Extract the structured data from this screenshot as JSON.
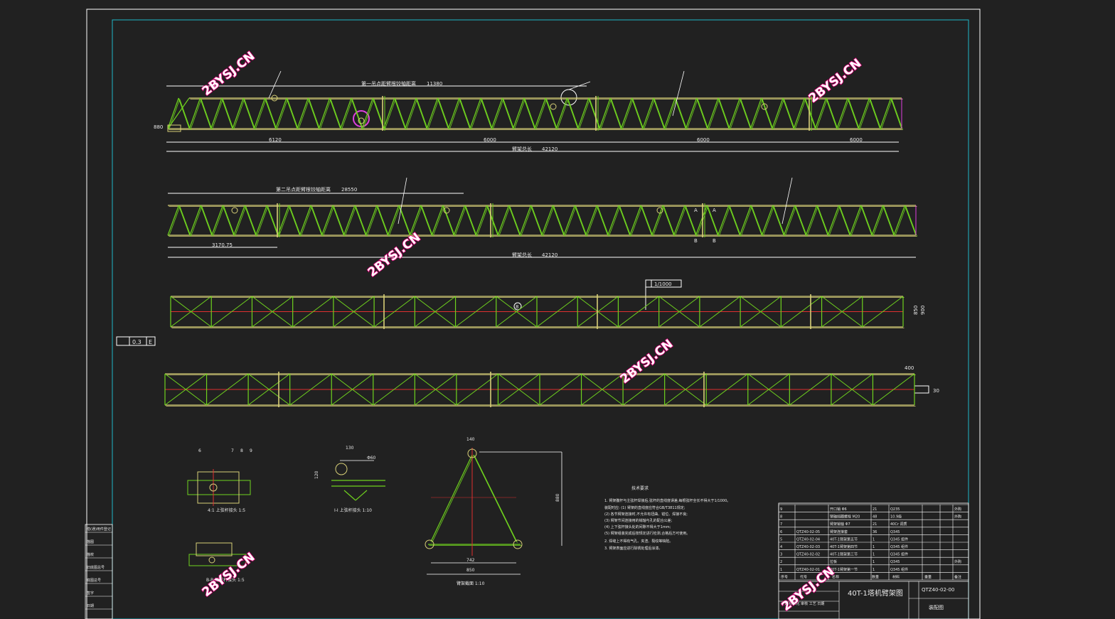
{
  "watermark": "2BYSJ.CN",
  "colors": {
    "background": "#212121",
    "truss": "#6fd21e",
    "chord": "#d8d078",
    "frame": "#ffffff",
    "border": "#1fb8c8",
    "centerline": "#e03030",
    "magenta": "#e040e0"
  },
  "views": {
    "elevation1": {
      "label_first_lift": "第一吊点距臂根铰轴距离",
      "first_lift_value": "11380",
      "left_height": "880",
      "dims": [
        "6120",
        "6000",
        "6000",
        "6000"
      ],
      "total_label": "臂架总长",
      "total_value": "42120"
    },
    "elevation2": {
      "label_second_lift": "第二吊点距臂根铰轴距离",
      "second_lift_value": "28550",
      "left_dim": "3170.75",
      "total_label": "臂架总长",
      "total_value": "42120",
      "section_marks": [
        "A",
        "A",
        "B",
        "B"
      ]
    },
    "plan": {
      "tolerance": "1/1000",
      "datum_box": [
        "0.3",
        "E"
      ],
      "balloon": "8",
      "right_dims": [
        "850",
        "900"
      ]
    },
    "underside": {
      "right_dims": [
        "400",
        "30"
      ]
    }
  },
  "details": {
    "d1_caption": "4:1 上弦杆接头 1:5",
    "d1_balloons": [
      "6",
      "7",
      "8",
      "9"
    ],
    "d2_caption": "B-B 下弦杆接头 1:5",
    "d3_caption": "I-I 上弦杆接头 1:10",
    "d3_dims": [
      "130",
      "120",
      "Φ60"
    ],
    "d4_caption": "臂架截面 1:10",
    "d4_dims": [
      "140",
      "880",
      "742",
      "850"
    ]
  },
  "notes": {
    "title": "技术要求",
    "lines": [
      "1. 臂架腹杆与主弦杆焊接后,弦杆的直线度误差,每根弦杆全长不得大于1/1000。",
      "   装配时应: (1) 臂架的直线度应符合GB/T3811规定;",
      "   (2) 各节臂架连接时,不允许有扭曲、错位、焊接不良;",
      "   (3) 臂架节间连接用的销轴与孔的配合公差;",
      "   (4) 上下弦杆接头处的间隙不得大于1mm;",
      "   (5) 臂架组装完成后按规定进行检测,合格后方可使用。",
      "2. 焊缝上不得有气孔、夹渣、裂纹等缺陷。",
      "3. 臂架表面应进行除锈处理后涂漆。"
    ]
  },
  "bom": {
    "rows": [
      {
        "no": "9",
        "code": "",
        "name": "开口销 Φ6",
        "qty": "21",
        "mat": "Q235",
        "note": "外购"
      },
      {
        "no": "8",
        "code": "",
        "name": "销轴挡圈螺栓 M20",
        "qty": "48",
        "mat": "10.9级",
        "note": "外购"
      },
      {
        "no": "7",
        "code": "",
        "name": "臂架销轴 Φ7",
        "qty": "21",
        "mat": "40Cr 调质",
        "note": ""
      },
      {
        "no": "6",
        "code": "QTZ40-02-05",
        "name": "臂架连接套",
        "qty": "36",
        "mat": "Q345",
        "note": ""
      },
      {
        "no": "5",
        "code": "QTZ40-02-04",
        "name": "40T-1臂架第五节",
        "qty": "1",
        "mat": "Q345 组件",
        "note": ""
      },
      {
        "no": "4",
        "code": "QTZ40-02-03",
        "name": "40T-1臂架第四节",
        "qty": "1",
        "mat": "Q345 组件",
        "note": ""
      },
      {
        "no": "3",
        "code": "QTZ40-02-02",
        "name": "40T-1臂架第三节",
        "qty": "1",
        "mat": "Q345 组件",
        "note": ""
      },
      {
        "no": "2",
        "code": "",
        "name": "拉板",
        "qty": "1",
        "mat": "Q345",
        "note": "外购"
      },
      {
        "no": "1",
        "code": "QTZ40-02-01",
        "name": "40T-1臂架第一节",
        "qty": "1",
        "mat": "Q345 组件",
        "note": ""
      }
    ],
    "header": [
      "序号",
      "代号",
      "名称",
      "数量",
      "材料",
      "重量",
      "备注"
    ]
  },
  "title_block": {
    "title": "40T-1塔机臂架图",
    "drawing_no": "QTZ40-02-00",
    "type": "装配图",
    "sign_row": "设计 标准化 审核 工艺 日期"
  },
  "side_strip": [
    "借(通)用件登记",
    "描图",
    "描校",
    "旧底图总号",
    "底图总号",
    "签字",
    "日期"
  ]
}
